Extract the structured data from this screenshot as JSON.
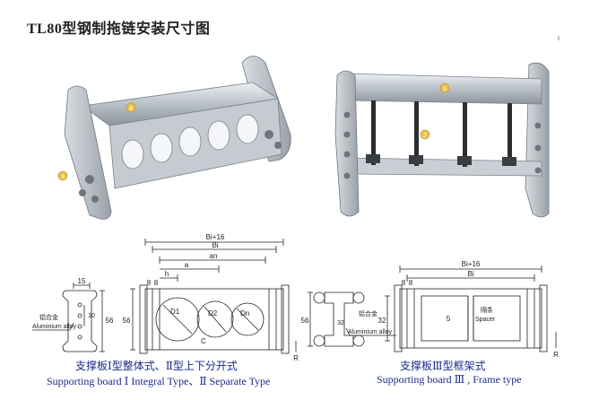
{
  "title": "TL80型钢制拖链安装尺寸图",
  "corner_mark": "t",
  "photo_markers": {
    "left": [
      "4",
      "3"
    ],
    "right": [
      "1",
      "2"
    ]
  },
  "drawing1": {
    "caption_cn": "支撑板Ⅰ型整体式、Ⅱ型上下分开式",
    "caption_en": "Supporting board Ⅰ Integral Type、Ⅱ Separate Type",
    "side": {
      "top": "15",
      "height": "56",
      "inner": "10",
      "material_cn": "铝合金",
      "material_en": "Aluminium alloy"
    },
    "front": {
      "height": "56",
      "bi16": "Bi+16",
      "bi": "Bi",
      "an": "an",
      "a": "a",
      "h": "h",
      "s8a": "8",
      "s8b": "8",
      "d1": "D1",
      "d2": "D2",
      "dn": "Dn",
      "c": "C",
      "r": "R"
    }
  },
  "drawing2": {
    "caption_cn": "支撑板Ⅲ型框架式",
    "caption_en": "Supporting board Ⅲ , Frame type",
    "side": {
      "height": "56",
      "inner": "32",
      "material_cn": "铝合金",
      "material_en": "Aluminium alloy"
    },
    "front": {
      "height": "32",
      "bi16": "Bi+16",
      "bi": "Bi",
      "s8a": "8",
      "s8b": "8",
      "gap": "5",
      "spacer_cn": "隔条",
      "spacer_en": "Spacer",
      "r": "R"
    }
  },
  "colors": {
    "line": "#222222",
    "accent_marker": "#e8c24a",
    "caption": "#1a2a8a"
  }
}
